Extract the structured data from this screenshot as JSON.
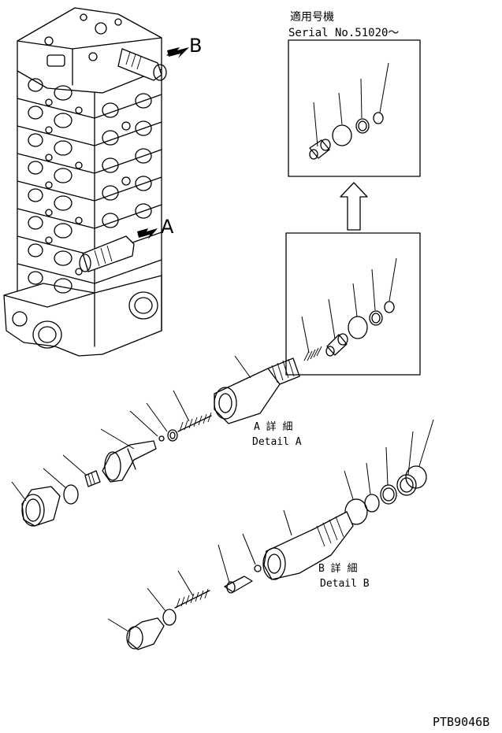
{
  "callout_a": "A",
  "callout_b": "B",
  "inset": {
    "applicable_title": "適用号機",
    "serial_label": "Serial No.51020～"
  },
  "detail_a": {
    "jp": "A 詳 細",
    "en": "Detail A"
  },
  "detail_b": {
    "jp": "B 詳 細",
    "en": "Detail B"
  },
  "drawing_number": "PTB9046B"
}
